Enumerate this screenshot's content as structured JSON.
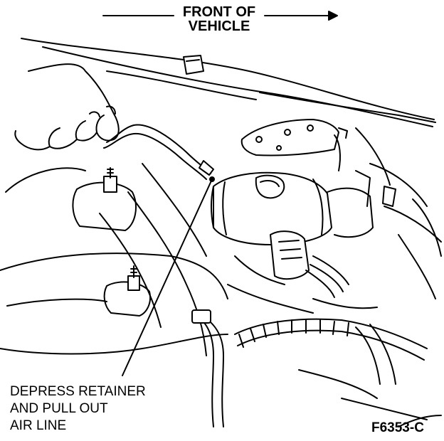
{
  "header": {
    "direction_line1": "FRONT OF",
    "direction_line2": "VEHICLE",
    "direction_arrow": "arrow-right"
  },
  "callout": {
    "line1": "DEPRESS RETAINER",
    "line2": "AND PULL OUT",
    "line3": "AIR LINE"
  },
  "figure_id": "F6353-C",
  "colors": {
    "ink": "#000000",
    "paper": "#ffffff"
  }
}
